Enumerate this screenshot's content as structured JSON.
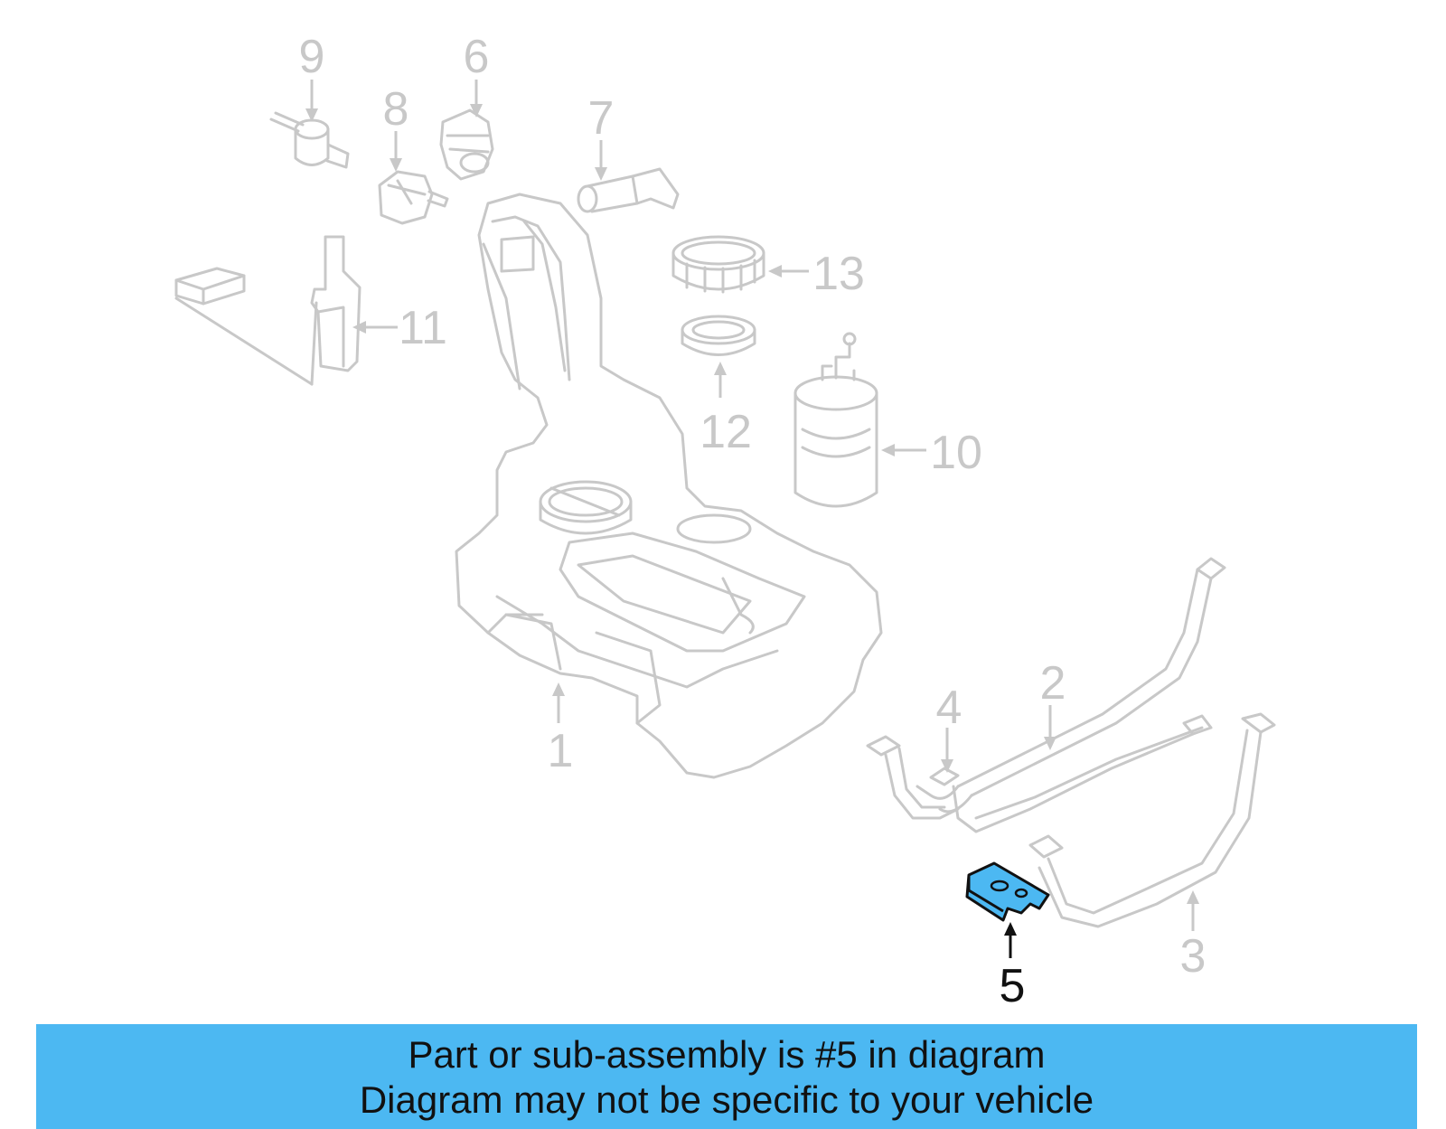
{
  "diagram": {
    "callouts": {
      "c1": "1",
      "c2": "2",
      "c3": "3",
      "c4": "4",
      "c5": "5",
      "c6": "6",
      "c7": "7",
      "c8": "8",
      "c9": "9",
      "c10": "10",
      "c11": "11",
      "c12": "12",
      "c13": "13"
    },
    "highlighted_part": "5",
    "highlight_color": "#4cb8f2",
    "line_color": "#c8c8c8"
  },
  "banner": {
    "line1": "Part or sub-assembly is #5 in diagram",
    "line2": "Diagram may not be specific to your vehicle",
    "background": "#4cb8f2"
  }
}
